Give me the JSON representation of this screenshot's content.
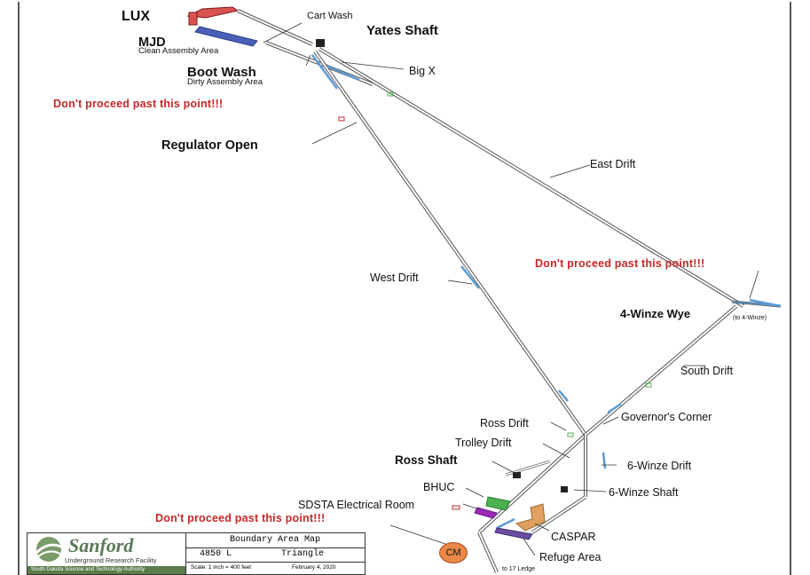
{
  "labels": {
    "lux": "LUX",
    "mjd": "MJD",
    "clean_assembly": "Clean Assembly Area",
    "cart_wash": "Cart Wash",
    "yates_shaft": "Yates Shaft",
    "big_x": "Big X",
    "boot_wash": "Boot Wash",
    "dirty_assembly": "Dirty Assembly Area",
    "regulator_open": "Regulator Open",
    "east_drift": "East Drift",
    "west_drift": "West Drift",
    "four_winze_wye": "4-Winze Wye",
    "to_four_winze": "(to 4-Winze)",
    "south_drift": "South Drift",
    "ross_drift": "Ross Drift",
    "governors_corner": "Governor's Corner",
    "trolley_drift": "Trolley Drift",
    "ross_shaft": "Ross Shaft",
    "six_winze_drift": "6-Winze Drift",
    "bhuc": "BHUC",
    "six_winze_shaft": "6-Winze Shaft",
    "sdsta_electrical_room": "SDSTA Electrical Room",
    "caspar": "CASPAR",
    "refuge_area": "Refuge Area",
    "to_17_ledge": "to 17 Ledge",
    "cm": "CM"
  },
  "warnings": {
    "top_left": "Don't proceed past this point!!!",
    "right": "Don't proceed past this point!!!",
    "bottom": "Don't proceed past this point!!!"
  },
  "legend": {
    "logo_word": "Sanford",
    "logo_subtitle": "Underground Research Facility",
    "logo_bar": "South Dakota Science and Technology Authority",
    "title": "Boundary Area Map",
    "level": "4850 L",
    "area": "Triangle",
    "scale": "Scale: 1 inch = 400 feet",
    "date": "February 4, 2020"
  },
  "colors": {
    "drift_fill": "#ffffff",
    "drift_outline": "#555555",
    "water_blue": "#5b9bd5",
    "lux_red": "#d9534f",
    "mjd_blue": "#4a5fb8",
    "caspar_orange": "#e0a060",
    "refuge_purple": "#6a4fa0",
    "bhuc_green": "#4caf50",
    "sdsta_purple": "#9c27b0",
    "warning_red": "#c62828",
    "cm_orange": "#e8894a",
    "logo_green": "#5b7d49"
  }
}
